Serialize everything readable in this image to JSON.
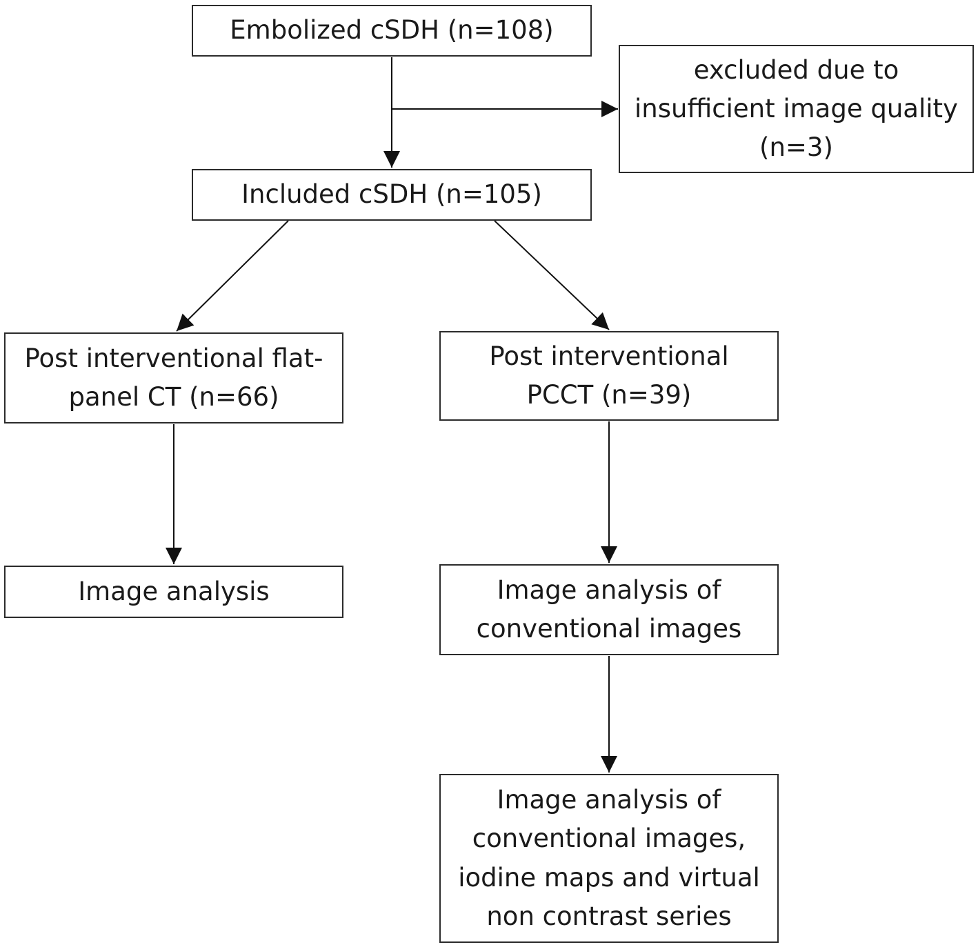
{
  "diagram": {
    "nodes": {
      "embolized": {
        "lines": [
          "Embolized cSDH (n=108)"
        ]
      },
      "excluded": {
        "lines": [
          "excluded due to",
          "insufficient image quality",
          "(n=3)"
        ]
      },
      "included": {
        "lines": [
          "Included cSDH (n=105)"
        ]
      },
      "flatpanel": {
        "lines": [
          "Post interventional flat-",
          "panel CT (n=66)"
        ]
      },
      "pcct": {
        "lines": [
          "Post interventional",
          "PCCT (n=39)"
        ]
      },
      "analysis_flat": {
        "lines": [
          "Image analysis"
        ]
      },
      "analysis_conv": {
        "lines": [
          "Image analysis of",
          "conventional images"
        ]
      },
      "analysis_full": {
        "lines": [
          "Image analysis of",
          "conventional images,",
          "iodine maps and virtual",
          "non contrast series"
        ]
      }
    },
    "edges": [
      {
        "from": "embolized",
        "to": "included"
      },
      {
        "from": "embolized",
        "to": "excluded"
      },
      {
        "from": "included",
        "to": "flatpanel"
      },
      {
        "from": "included",
        "to": "pcct"
      },
      {
        "from": "flatpanel",
        "to": "analysis_flat"
      },
      {
        "from": "pcct",
        "to": "analysis_conv"
      },
      {
        "from": "analysis_conv",
        "to": "analysis_full"
      }
    ],
    "colors": {
      "stroke": "#2b2b2b",
      "text": "#1a1a1a",
      "background": "#ffffff"
    }
  }
}
